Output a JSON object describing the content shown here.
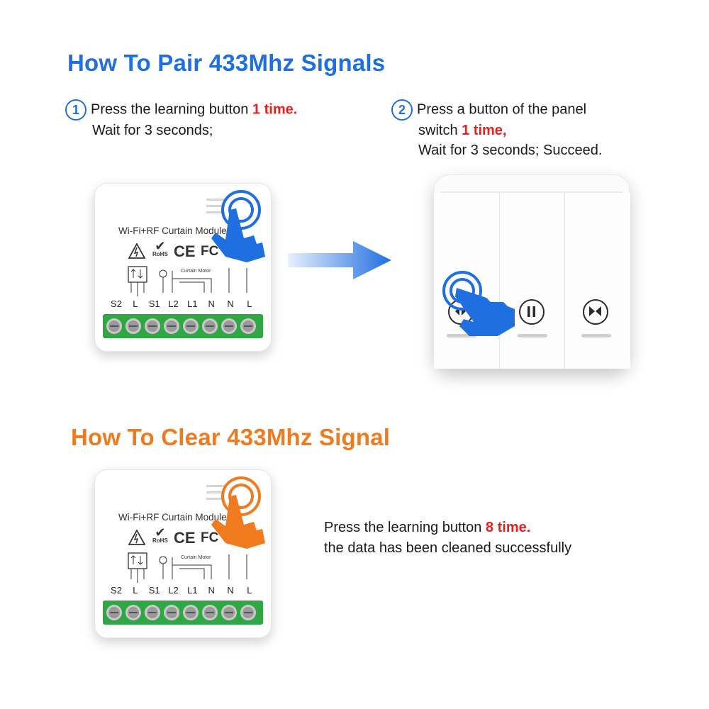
{
  "pair": {
    "heading": "How To Pair 433Mhz Signals",
    "step1": {
      "number": "1",
      "line1_prefix": "Press the learning button ",
      "line1_red": "1 time.",
      "line2": "Wait for 3 seconds;"
    },
    "step2": {
      "number": "2",
      "line1": "Press a button of the panel",
      "line2_prefix": "switch ",
      "line2_red": "1 time,",
      "line3": "Wait for 3 seconds; Succeed."
    }
  },
  "clear": {
    "heading": "How To Clear 433Mhz Signal",
    "line1_prefix": "Press the learning button ",
    "line1_red": "8 time.",
    "line2": "the data has been cleaned successfully"
  },
  "module": {
    "title": "Wi-Fi+RF Curtain Module",
    "ce_mark": "CE",
    "fc_mark": "FC",
    "rohs_mark": "RoHS",
    "motor_label": "Curtain Motor",
    "terminals": [
      "S2",
      "L",
      "S1",
      "L2",
      "L1",
      "N",
      "N",
      "L"
    ]
  },
  "icons": [
    "blue-tap-hand-icon",
    "orange-tap-hand-icon",
    "blue-arrow-icon",
    "curtain-open-icon",
    "pause-icon",
    "curtain-close-icon"
  ],
  "colors": {
    "blue": "#1f6fe0",
    "orange": "#f07a1e",
    "red": "#e3221f",
    "terminal_green": "#2fa844"
  }
}
